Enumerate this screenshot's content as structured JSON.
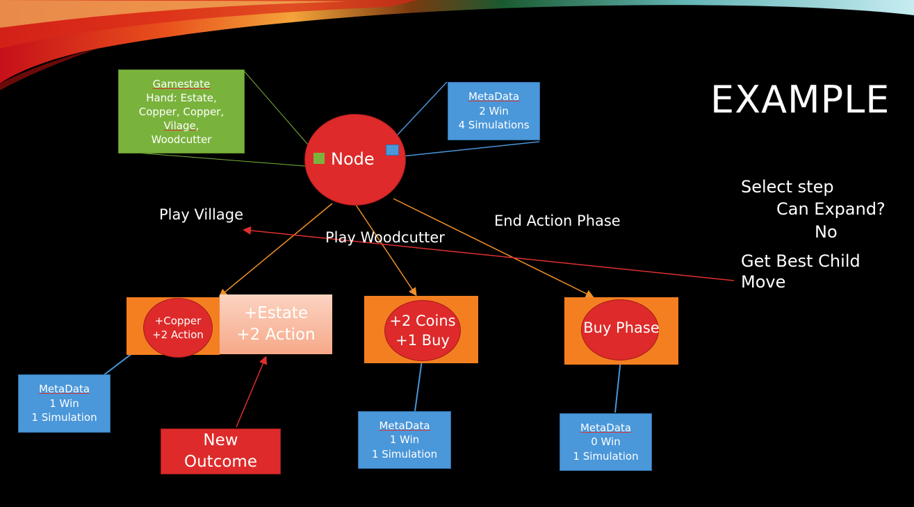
{
  "slide": {
    "title": "EXAMPLE"
  },
  "gamestate_box": {
    "heading": "Gamestate",
    "line1": "Hand: Estate,",
    "line2": "Copper, Copper,",
    "line3": "Vilage,",
    "line4": "Woodcutter"
  },
  "root": {
    "label": "Node",
    "metadata": {
      "heading": "MetaData",
      "wins": "2 Win",
      "sims": "4 Simulations"
    }
  },
  "edges": {
    "play_village": "Play Village",
    "play_woodcutter": "Play Woodcutter",
    "end_action": "End Action Phase"
  },
  "child1": {
    "ellipse_line1": "+Copper",
    "ellipse_line2": "+2 Action",
    "outcome_line1": "+Estate",
    "outcome_line2": "+2 Action",
    "metadata": {
      "heading": "MetaData",
      "wins": "1 Win",
      "sims": "1 Simulation"
    }
  },
  "child2": {
    "line1": "+2 Coins",
    "line2": "+1 Buy",
    "metadata": {
      "heading": "MetaData",
      "wins": "1 Win",
      "sims": "1 Simulation"
    }
  },
  "child3": {
    "label": "Buy Phase",
    "metadata": {
      "heading": "MetaData",
      "wins": "0 Win",
      "sims": "1 Simulation"
    }
  },
  "new_outcome": {
    "line1": "New",
    "line2": "Outcome"
  },
  "steps": {
    "select": "Select step",
    "can_expand": "Can Expand?",
    "no": "No",
    "best_child": "Get Best Child",
    "move": "Move"
  },
  "colors": {
    "node_red": "#de2a2a",
    "metadata_blue": "#4a97d9",
    "gamestate_green": "#7ab33c",
    "child_orange": "#f47f20",
    "edge_orange": "#f0902a",
    "arrow_red": "#e03030"
  }
}
